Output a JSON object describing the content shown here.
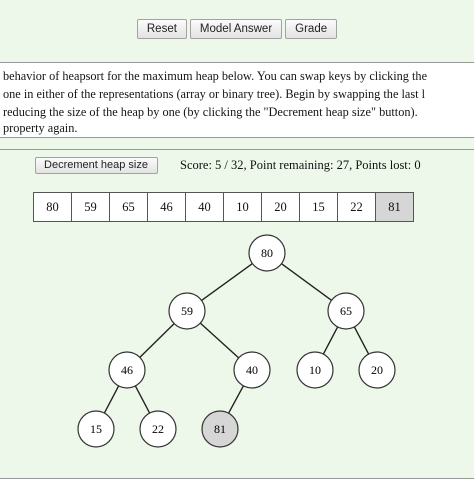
{
  "toolbar": {
    "reset": "Reset",
    "model_answer": "Model Answer",
    "grade": "Grade"
  },
  "description": {
    "line1": "behavior of heapsort for the maximum heap below. You can swap keys by clicking the",
    "line2": "one in either of the representations (array or binary tree). Begin by swapping the last l",
    "line3": "reducing the size of the heap by one (by clicking the \"Decrement heap size\" button).",
    "line4": "property again."
  },
  "controls": {
    "decrement_label": "Decrement heap size"
  },
  "score_text": "Score: 5 / 32, Point remaining: 27, Points lost: 0",
  "array": [
    {
      "value": "80",
      "gray": false
    },
    {
      "value": "59",
      "gray": false
    },
    {
      "value": "65",
      "gray": false
    },
    {
      "value": "46",
      "gray": false
    },
    {
      "value": "40",
      "gray": false
    },
    {
      "value": "10",
      "gray": false
    },
    {
      "value": "20",
      "gray": false
    },
    {
      "value": "15",
      "gray": false
    },
    {
      "value": "22",
      "gray": false
    },
    {
      "value": "81",
      "gray": true
    }
  ],
  "tree": {
    "nodes": [
      {
        "value": "80",
        "gray": false
      },
      {
        "value": "59",
        "gray": false
      },
      {
        "value": "65",
        "gray": false
      },
      {
        "value": "46",
        "gray": false
      },
      {
        "value": "40",
        "gray": false
      },
      {
        "value": "10",
        "gray": false
      },
      {
        "value": "20",
        "gray": false
      },
      {
        "value": "15",
        "gray": false
      },
      {
        "value": "22",
        "gray": false
      },
      {
        "value": "81",
        "gray": true
      }
    ]
  },
  "colors": {
    "background": "#eef8ea",
    "panel": "#ffffff",
    "gray_node": "#d6d6d6",
    "border": "#555555"
  }
}
